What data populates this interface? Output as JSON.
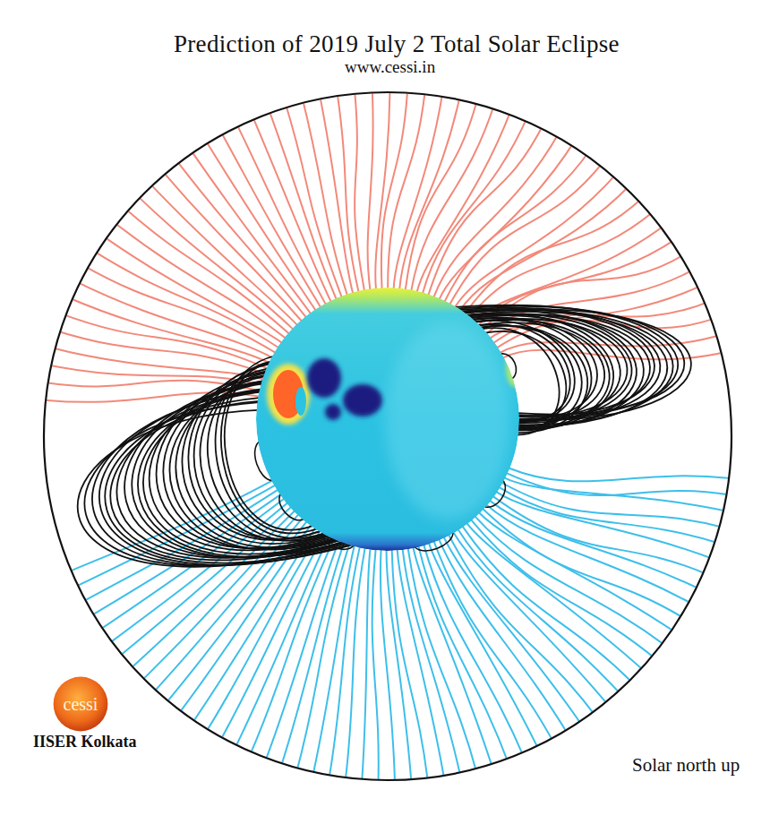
{
  "diagram": {
    "title": "Prediction of 2019 July 2 Total Solar Eclipse",
    "nodes": [
      {
        "text": [
          "cessi"
        ]
      }
    ],
    "labels": [
      "www.cessi.in",
      "IISER Kolkata",
      "Solar north up"
    ]
  }
}
